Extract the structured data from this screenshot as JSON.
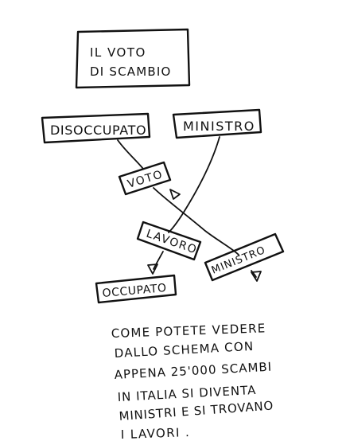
{
  "title_box": {
    "line1": "IL VOTO",
    "line2": "DI SCAMBIO"
  },
  "nodes": {
    "disoccupato": "DISOCCUPATO",
    "ministro": "MINISTRO",
    "voto": "VOTO",
    "lavoro": "LAVORO",
    "ministro_tag": "MINISTRO",
    "occupato": "OCCUPATO"
  },
  "caption": {
    "lines": [
      "COME POTETE VEDERE",
      "DALLO SCHEMA CON",
      "APPENA 25'000 SCAMBI",
      "IN ITALIA SI DIVENTA",
      "MINISTRI E SI TROVANO",
      "I LAVORI ."
    ]
  }
}
